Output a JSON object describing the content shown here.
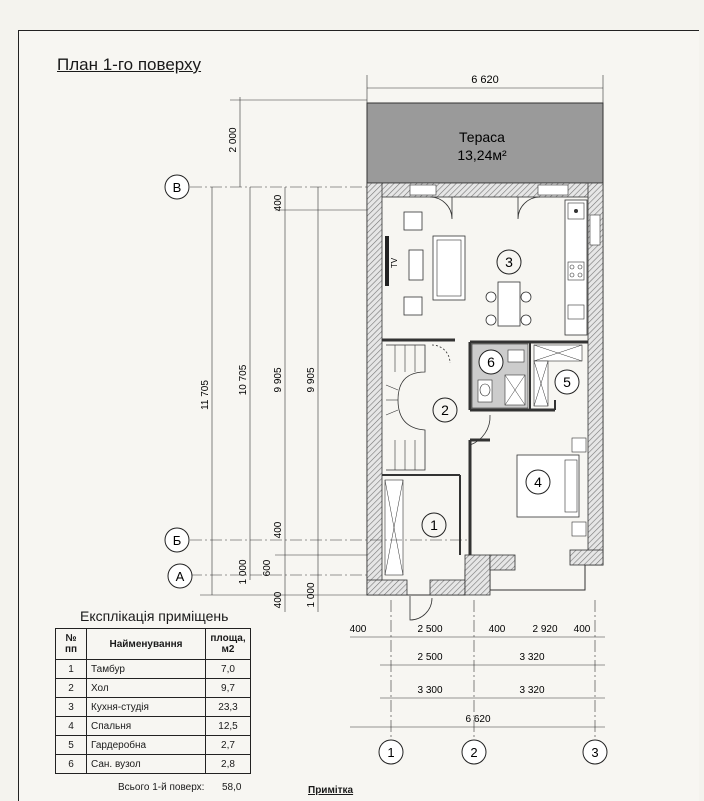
{
  "plan": {
    "title": "План 1-го поверху",
    "terrace_label": "Тераса",
    "terrace_area": "13,24м²",
    "tv_label": "TV"
  },
  "axes": {
    "letters": [
      "В",
      "Б",
      "А"
    ],
    "numbers": [
      "1",
      "2",
      "3"
    ]
  },
  "rooms": [
    "1",
    "2",
    "3",
    "4",
    "5",
    "6"
  ],
  "dims_vertical": [
    "2 000",
    "400",
    "11 705",
    "10 705",
    "9 905",
    "9 905",
    "400",
    "600",
    "1 000",
    "400",
    "1 000"
  ],
  "dims_horizontal": {
    "top": "6 620",
    "row1": [
      "400",
      "2 500",
      "400",
      "2 920",
      "400"
    ],
    "row2": [
      "2 500",
      "3 320"
    ],
    "row3": [
      "3 300",
      "3 320"
    ],
    "row4": "6 620"
  },
  "explication": {
    "title": "Експлікація приміщень",
    "headers": [
      "№ пп",
      "Найменування",
      "площа, м2"
    ],
    "rows": [
      {
        "no": "1",
        "name": "Тамбур",
        "area": "7,0"
      },
      {
        "no": "2",
        "name": "Хол",
        "area": "9,7"
      },
      {
        "no": "3",
        "name": "Кухня-студія",
        "area": "23,3"
      },
      {
        "no": "4",
        "name": "Спальня",
        "area": "12,5"
      },
      {
        "no": "5",
        "name": "Гардеробна",
        "area": "2,7"
      },
      {
        "no": "6",
        "name": "Сан. вузол",
        "area": "2,8"
      }
    ],
    "total_label": "Всього 1-й поверх:",
    "total_value": "58,0"
  },
  "note": "Примітка"
}
